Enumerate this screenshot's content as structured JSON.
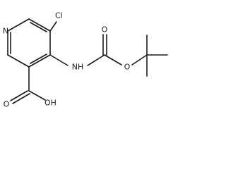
{
  "molecule": {
    "atom_labels": {
      "pyridine_nitrogen": "N",
      "chlorine": "Cl",
      "amide_nh": "NH",
      "carbonyl_oxygen_carbamate": "O",
      "ester_oxygen": "O",
      "carbonyl_oxygen_acid": "O",
      "hydroxyl": "OH"
    }
  }
}
